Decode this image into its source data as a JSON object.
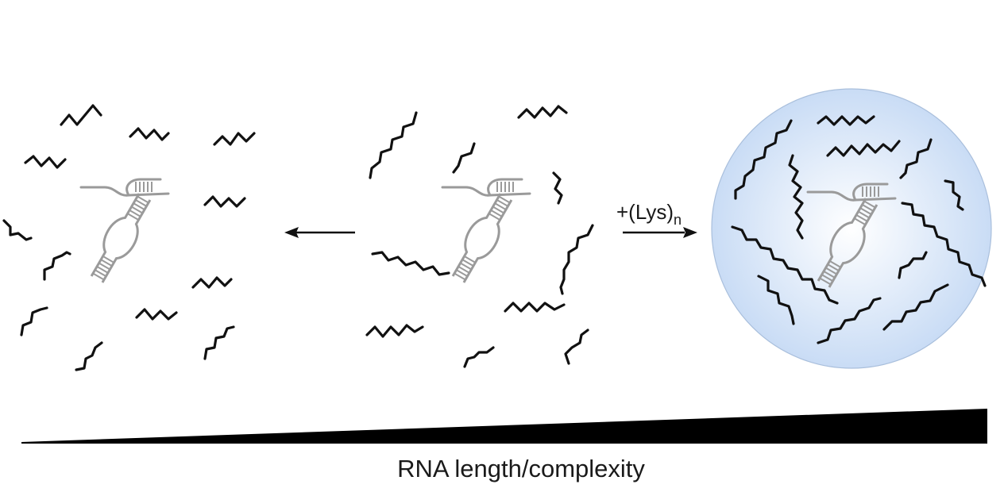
{
  "reaction_label": {
    "prefix": "+(Lys)",
    "subscript": "n"
  },
  "axis_label": "RNA length/complexity",
  "colors": {
    "strand": "#111111",
    "ribozyme": "#9a9a9a",
    "droplet_center": "#ffffff",
    "droplet_edge": "#c9dcf5",
    "droplet_outline": "#a9bfdc",
    "wedge": "#000000"
  },
  "icons": {
    "arrow_left": "arrow-left-icon",
    "arrow_right": "arrow-right-icon",
    "ribozyme": "ribozyme-icon",
    "rna_strand": "rna-strand-icon",
    "coacervate": "coacervate-droplet-icon"
  }
}
